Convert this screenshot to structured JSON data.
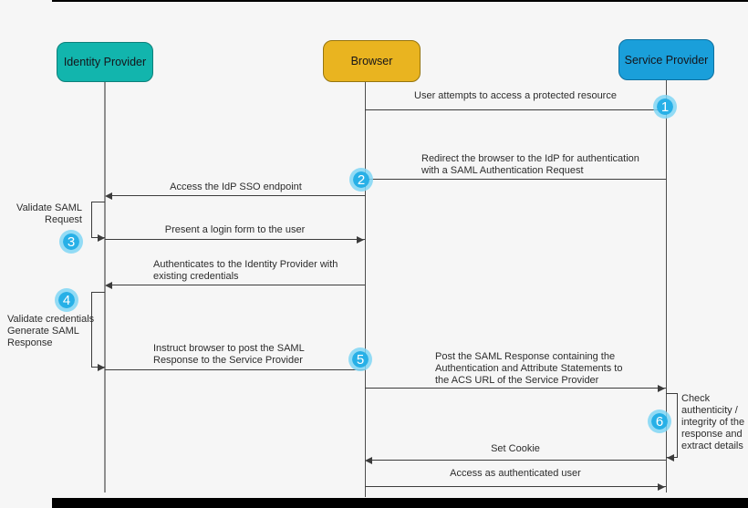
{
  "actors": [
    {
      "label": "Identity Provider",
      "fill": "#12b5ad",
      "border": "#0d807a"
    },
    {
      "label": "Browser",
      "fill": "#e9b420",
      "border": "#96750f"
    },
    {
      "label": "Service Provider",
      "fill": "#1a9fda",
      "border": "#0e6f9e"
    }
  ],
  "messages": [
    {
      "lines": [
        "User attempts to access a protected resource"
      ]
    },
    {
      "lines": [
        "Redirect the browser to the IdP for authentication",
        "with a SAML Authentication Request"
      ]
    },
    {
      "lines": [
        "Access the IdP SSO endpoint"
      ]
    },
    {
      "lines": [
        "Present a login form to the user"
      ]
    },
    {
      "lines": [
        "Authenticates to the Identity Provider with",
        "existing credentials"
      ]
    },
    {
      "lines": [
        "Instruct browser to post the SAML",
        "Response to the Service Provider"
      ]
    },
    {
      "lines": [
        "Post the SAML Response containing the",
        "Authentication and Attribute Statements to",
        "the ACS URL of the Service Provider"
      ]
    },
    {
      "lines": [
        "Set Cookie"
      ]
    },
    {
      "lines": [
        "Access as authenticated user"
      ]
    }
  ],
  "self_actions": [
    {
      "lines": [
        "Validate SAML",
        "Request"
      ]
    },
    {
      "lines": [
        "Validate credentials",
        "Generate SAML",
        "Response"
      ]
    },
    {
      "lines": [
        "Check",
        "authenticity /",
        "integrity of the",
        "response and",
        "extract details"
      ]
    }
  ],
  "step_badges": [
    "1",
    "2",
    "3",
    "4",
    "5",
    "6"
  ],
  "colors": {
    "background": "#f6f6f6",
    "badge_fill": "#27b0e7",
    "badge_ring": "#80d6f4",
    "line": "#3c3c3c"
  }
}
